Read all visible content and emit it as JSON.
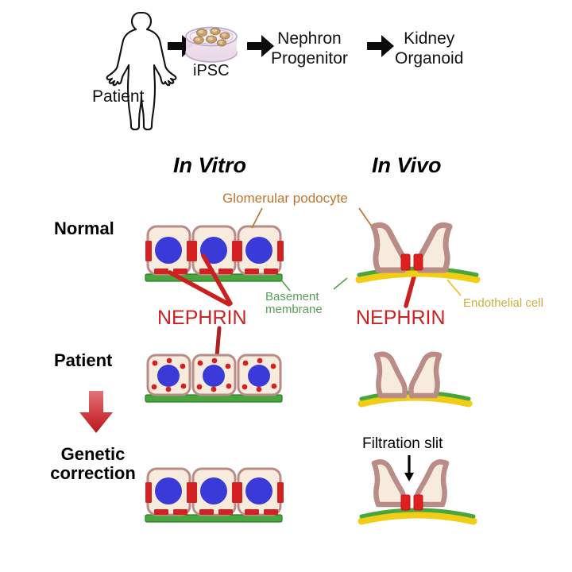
{
  "figure": {
    "title_absent": true,
    "pipeline": {
      "steps": [
        {
          "id": "patient",
          "label": "Patient",
          "icon": "human-body-silhouette-icon"
        },
        {
          "id": "ipsc",
          "label": "iPSC",
          "icon": "petri-dish-icon"
        },
        {
          "id": "nephron_progenitor",
          "label_line1": "Nephron",
          "label_line2": "Progenitor"
        },
        {
          "id": "kidney_organoid",
          "label_line1": "Kidney",
          "label_line2": "Organoid"
        }
      ],
      "arrow_icon": "black-right-arrow-icon",
      "arrow_count": 3
    },
    "columns": [
      {
        "id": "in_vitro",
        "label": "In Vitro"
      },
      {
        "id": "in_vivo",
        "label": "In Vivo"
      }
    ],
    "rows": [
      {
        "id": "normal",
        "label": "Normal"
      },
      {
        "id": "patient",
        "label": "Patient"
      },
      {
        "id": "genetic_correction",
        "label_line1": "Genetic",
        "label_line2": "correction"
      }
    ],
    "annotations": {
      "glomerular_podocyte": "Glomerular podocyte",
      "basement_membrane_line1": "Basement",
      "basement_membrane_line2": "membrane",
      "endothelial_cell": "Endothelial cell",
      "nephrin_in_vitro": "NEPHRIN",
      "nephrin_in_vivo": "NEPHRIN",
      "filtration_slit": "Filtration slit"
    },
    "transition_arrow": {
      "icon": "red-down-arrow-icon",
      "meaning": "patient to genetic correction"
    },
    "colors": {
      "podocyte_fill": "#f7ebdd",
      "podocyte_border": "#b98c88",
      "nucleus_blue": "#3a3ad8",
      "nephrin_red": "#d32020",
      "basement_membrane_green": "#49a63f",
      "endothelial_yellow": "#f2cd16",
      "label_podocyte_orange": "#c1742c",
      "label_bm_green": "#56a055",
      "label_endo_yellow": "#c9b040",
      "nephrin_text_red": "#cc2222",
      "red_arrow_top": "#e0757a",
      "red_arrow_bottom": "#bb1f24",
      "dish_rim": "#b9a7cf",
      "dish_media": "#f6e9f0",
      "colony": "#c8a06a",
      "black": "#000000"
    },
    "cell_states": {
      "normal_in_vitro": {
        "cells": 3,
        "nephrin": "linear bars at lateral junctions and basal surface",
        "nuclei": "single large blue nucleus per cell"
      },
      "patient_in_vitro": {
        "cells": 3,
        "nephrin": "scattered cytoplasmic red dots (mislocalized)",
        "dots_per_cell": 6
      },
      "corrected_in_vitro": {
        "cells": 3,
        "nephrin": "linear bars restored at junctions"
      },
      "normal_in_vivo": {
        "foot_processes": 2,
        "slit_diaphragm": "present, two red nephrin blocks"
      },
      "patient_in_vivo": {
        "foot_processes": 2,
        "slit_diaphragm": "absent, foot process effacement"
      },
      "corrected_in_vivo": {
        "foot_processes": 2,
        "slit_diaphragm": "restored, two red nephrin blocks"
      }
    }
  }
}
